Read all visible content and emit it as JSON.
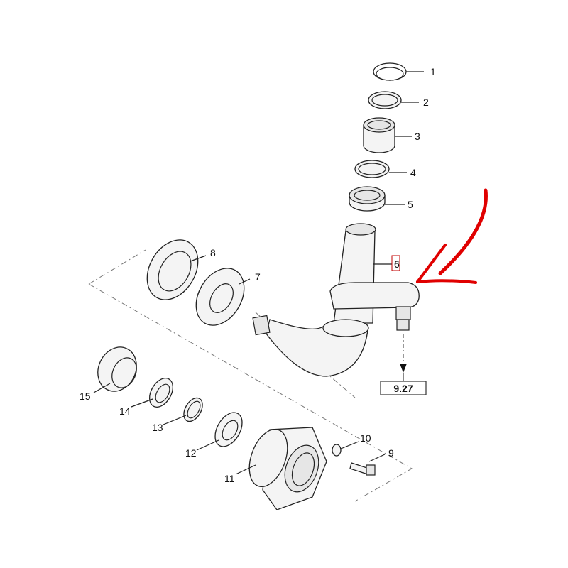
{
  "diagram": {
    "callouts": [
      "1",
      "2",
      "3",
      "4",
      "5",
      "6",
      "7",
      "8",
      "9",
      "10",
      "11",
      "12",
      "13",
      "14",
      "15"
    ],
    "reference_box": "9.27",
    "highlighted_callout": "6",
    "annotation_color": "#e00000",
    "highlight_color": "#c00000"
  }
}
